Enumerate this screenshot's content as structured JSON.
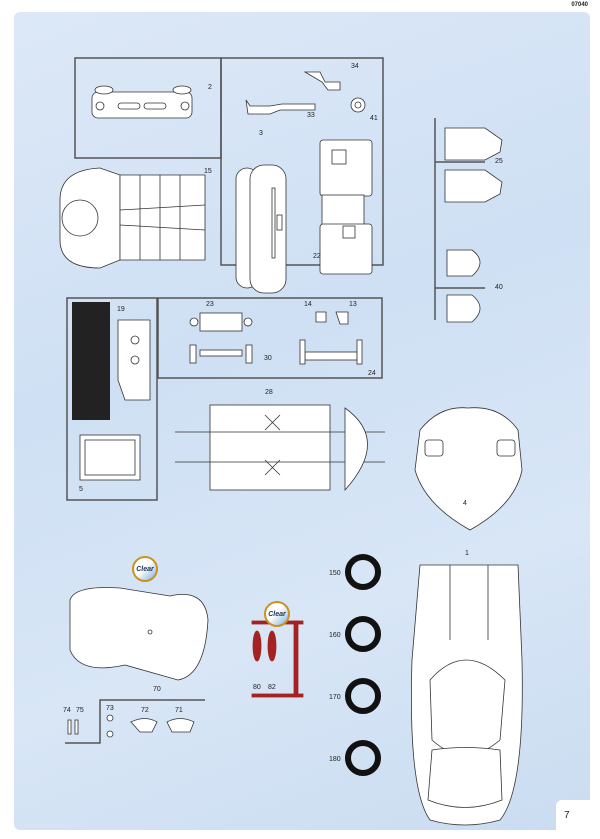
{
  "header": {
    "kit_code": "07040"
  },
  "footer": {
    "page_number": "7"
  },
  "sprue_top": {
    "parts": [
      "2",
      "34",
      "33",
      "41",
      "3",
      "15",
      "22"
    ]
  },
  "sprue_seats": {
    "parts": [
      "25",
      "40"
    ]
  },
  "sprue_middle": {
    "parts": [
      "19",
      "23",
      "14",
      "13",
      "30",
      "24",
      "5",
      "28"
    ]
  },
  "hood": {
    "part": "4"
  },
  "clear": {
    "badge_label": "Clear",
    "parts": [
      "70",
      "74",
      "75",
      "73",
      "72",
      "71"
    ]
  },
  "red": {
    "badge_label": "Clear",
    "parts": [
      "80",
      "82"
    ]
  },
  "tires": {
    "parts": [
      "150",
      "160",
      "170",
      "180"
    ]
  },
  "body": {
    "part": "1"
  },
  "colors": {
    "panel": "#d3e3f5",
    "red_sprue": "#a52222",
    "tire": "#111111",
    "badge_ring": "#c9931e"
  }
}
